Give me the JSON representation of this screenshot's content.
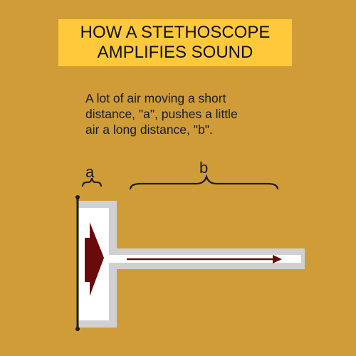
{
  "title": {
    "line1": "HOW A STETHOSCOPE",
    "line2": "AMPLIFIES SOUND"
  },
  "caption": {
    "line1": "A lot of air moving a short",
    "line2": "distance, \"a\", pushes a little",
    "line3": "air a long distance, \"b\"."
  },
  "labels": {
    "a": "a",
    "b": "b"
  },
  "colors": {
    "background": "#cf9c38",
    "title_box": "#ffc93b",
    "tube_walls": "#d0d0d0",
    "air": "#ffffff",
    "arrow": "#6b0a0a",
    "diaphragm": "#1a1a1a"
  }
}
